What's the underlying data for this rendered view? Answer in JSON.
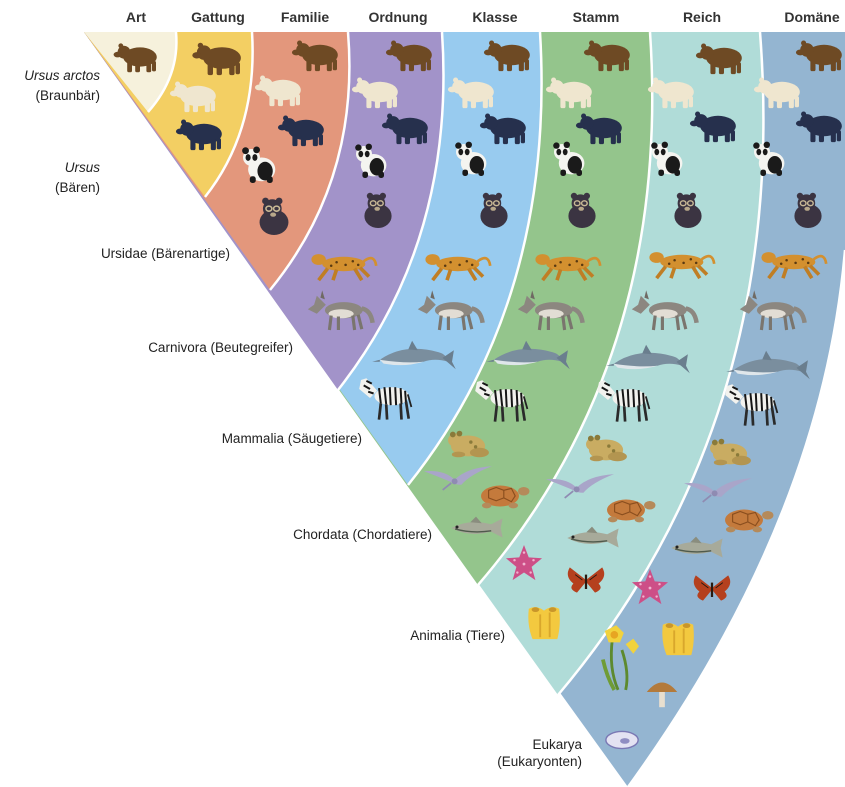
{
  "headers": [
    "Art",
    "Gattung",
    "Familie",
    "Ordnung",
    "Klasse",
    "Stamm",
    "Reich",
    "Domäne"
  ],
  "labels": [
    {
      "italic": "Ursus arctos",
      "normal": "(Braunbär)"
    },
    {
      "italic": "Ursus",
      "normal": "(Bären)"
    },
    {
      "italic": "",
      "normal": "Ursidae (Bärenartige)"
    },
    {
      "italic": "",
      "normal": "Carnivora (Beutegreifer)"
    },
    {
      "italic": "",
      "normal": "Mammalia (Säugetiere)"
    },
    {
      "italic": "",
      "normal": "Chordata (Chordatiere)"
    },
    {
      "italic": "",
      "normal": "Animalia (Tiere)"
    },
    {
      "italic": "",
      "normal": "Eukarya"
    },
    {
      "italic": "",
      "normal": "(Eukaryonten)"
    }
  ],
  "colors": {
    "band_art": "#f6f1dc",
    "band_gattung": "#f3cf63",
    "band_familie": "#e3977c",
    "band_ordnung": "#a293c9",
    "band_klasse": "#98cbef",
    "band_stamm": "#94c58c",
    "band_reich": "#b0dcd8",
    "band_domaene": "#94b5d1"
  },
  "organism_icons": [
    "brown-bear-icon",
    "polar-bear-icon",
    "black-bear-icon",
    "panda-icon",
    "spectacled-bear-icon",
    "leopard-icon",
    "wolf-icon",
    "dolphin-icon",
    "zebra-icon",
    "frog-icon",
    "bird-icon",
    "turtle-icon",
    "fish-icon",
    "starfish-icon",
    "butterfly-icon",
    "sponge-icon",
    "daffodil-icon",
    "mushroom-icon",
    "protist-icon"
  ]
}
